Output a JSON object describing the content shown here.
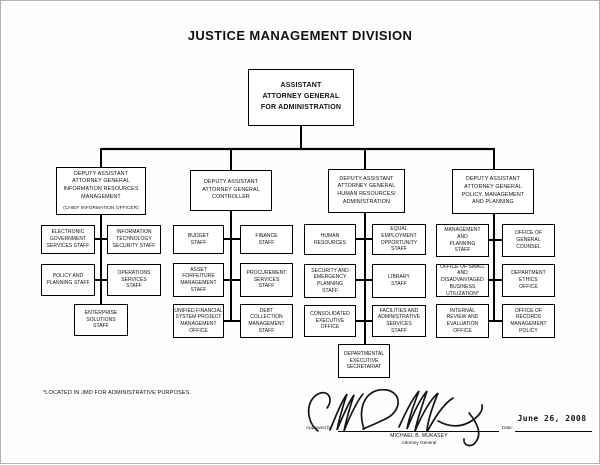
{
  "page": {
    "title": "JUSTICE MANAGEMENT DIVISION",
    "footnote": "*LOCATED IN JMD FOR ADMINISTRATIVE PURPOSES."
  },
  "root_box": {
    "label": "ASSISTANT\nATTORNEY GENERAL\nFOR ADMINISTRATION"
  },
  "branches": [
    {
      "head": {
        "label": "DEPUTY ASSISTANT\nATTORNEY GENERAL\nINFORMATION RESOURCES\nMANAGEMENT",
        "sublabel": "(CHIEF INFORMATION OFFICER)"
      },
      "rows": [
        {
          "left": "ELECTRONIC\nGOVERNMENT\nSERVICES STAFF",
          "right": "INFORMATION\nTECHNOLOGY\nSECURITY STAFF"
        },
        {
          "left": "POLICY AND\nPLANNING STAFF",
          "right": "OPERATIONS\nSERVICES\nSTAFF"
        }
      ],
      "bottom": "ENTERPRISE\nSOLUTIONS\nSTAFF"
    },
    {
      "head": {
        "label": "DEPUTY ASSISTANT\nATTORNEY GENERAL\nCONTROLLER"
      },
      "rows": [
        {
          "left": "BUDGET\nSTAFF",
          "right": "FINANCE\nSTAFF"
        },
        {
          "left": "ASSET\nFORFEITURE\nMANAGEMENT\nSTAFF",
          "right": "PROCUREMENT\nSERVICES\nSTAFF"
        },
        {
          "left": "UNIFIED FINANCIAL\nSYSTEM PROJECT\nMANAGEMENT\nOFFICE",
          "right": "DEBT\nCOLLECTION\nMANAGEMENT\nSTAFF"
        }
      ]
    },
    {
      "head": {
        "label": "DEPUTY ASSISTANT\nATTORNEY GENERAL\nHUMAN RESOURCES/\nADMINISTRATION"
      },
      "rows": [
        {
          "left": "HUMAN\nRESOURCES",
          "right": "EQUAL\nEMPLOYMENT\nOPPORTUNITY\nSTAFF"
        },
        {
          "left": "SECURITY AND\nEMERGENCY\nPLANNING\nSTAFF",
          "right": "LIBRARY\nSTAFF"
        },
        {
          "left": "CONSOLIDATED\nEXECUTIVE\nOFFICE",
          "right": "FACILITIES AND\nADMINISTRATIVE\nSERVICES\nSTAFF"
        }
      ],
      "bottom": "DEPARTMENTAL\nEXECUTIVE\nSECRETARIAT"
    },
    {
      "head": {
        "label": "DEPUTY ASSISTANT\nATTORNEY GENERAL\nPOLICY, MANAGEMENT\nAND PLANNING"
      },
      "rows": [
        {
          "left": "MANAGEMENT\nAND\nPLANNING\nSTAFF",
          "right": "OFFICE OF\nGENERAL\nCOUNSEL"
        },
        {
          "left": "OFFICE OF SMALL AND\nDISADVANTAGED\nBUSINESS\nUTILIZATION*",
          "right": "DEPARTMENT\nETHICS\nOFFICE"
        },
        {
          "left": "INTERNAL\nREVIEW AND\nEVALUATION\nOFFICE",
          "right": "OFFICE OF\nRECORDS\nMANAGEMENT\nPOLICY"
        }
      ]
    }
  ],
  "approval": {
    "approved_by_label": "Approved by:",
    "signer_name": "MICHAEL B. MUKASEY",
    "signer_title": "Attorney General",
    "date_label": "Date:",
    "date_value": "June 26, 2008"
  },
  "colors": {
    "ink": "#000000",
    "background": "#ffffff"
  }
}
